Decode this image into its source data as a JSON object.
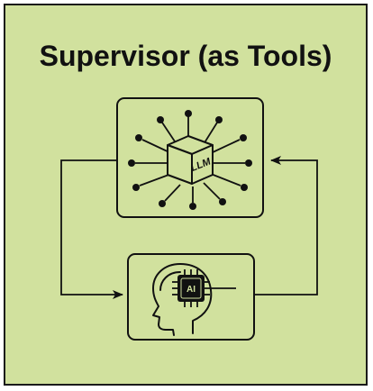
{
  "title": "Supervisor (as Tools)",
  "llm_node": {
    "label": "LLM",
    "icon": "network-cube-icon"
  },
  "agent_node": {
    "label": "AI",
    "icon": "ai-head-chip-icon"
  },
  "colors": {
    "background": "#d1e19e",
    "ink": "#111111"
  }
}
